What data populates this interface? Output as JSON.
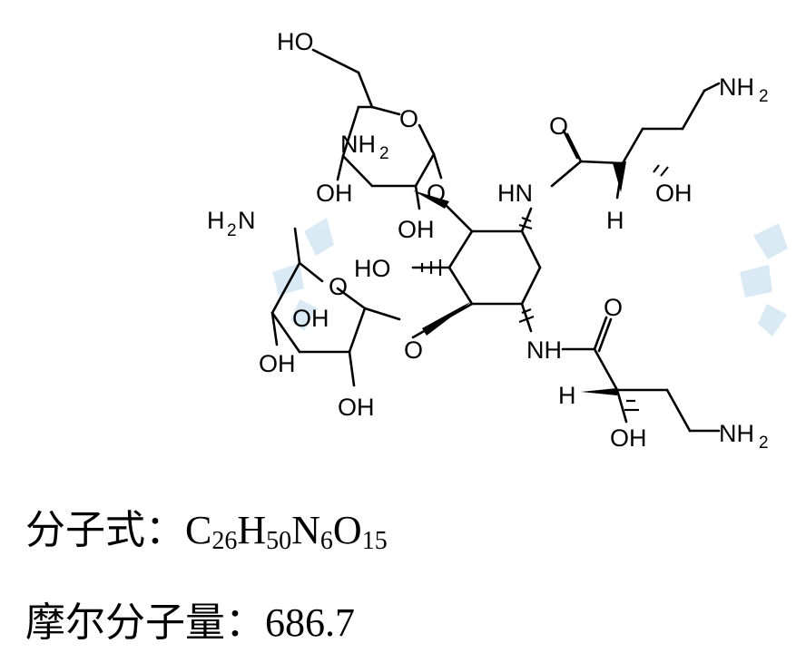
{
  "molecule": {
    "atom_labels": {
      "ho_top": "HO",
      "o_ring_a": "O",
      "nh2_ring_a": "NH",
      "nh2_ring_a_sub": "2",
      "oh_ring_a_left": "OH",
      "o_link_a": "O",
      "oh_ring_a_bottom": "OH",
      "nh2_top_right": "NH",
      "nh2_top_right_sub": "2",
      "o_amide_top": "O",
      "hn_top": "HN",
      "oh_top_chain": "OH",
      "h_top_chain": "H",
      "h2n_left": "H",
      "h2n_left_sub": "2",
      "h2n_left_n": "N",
      "ho_mid": "HO",
      "o_ring_b": "O",
      "oh_ring_b_a": "OH",
      "oh_ring_b_b": "OH",
      "o_link_b": "O",
      "oh_ring_b_bottom": "OH",
      "nh_bottom": "NH",
      "o_amide_bottom": "O",
      "h_bottom_chain": "H",
      "oh_bottom_chain": "OH",
      "nh2_bottom_right": "NH",
      "nh2_bottom_right_sub": "2"
    },
    "watermark_color": "#6aaed6"
  },
  "formula": {
    "label": "分子式：",
    "parts": [
      "C",
      "26",
      "H",
      "50",
      "N",
      "6",
      "O",
      "15"
    ]
  },
  "molar_mass": {
    "label": "摩尔分子量：",
    "value": "686.7"
  }
}
